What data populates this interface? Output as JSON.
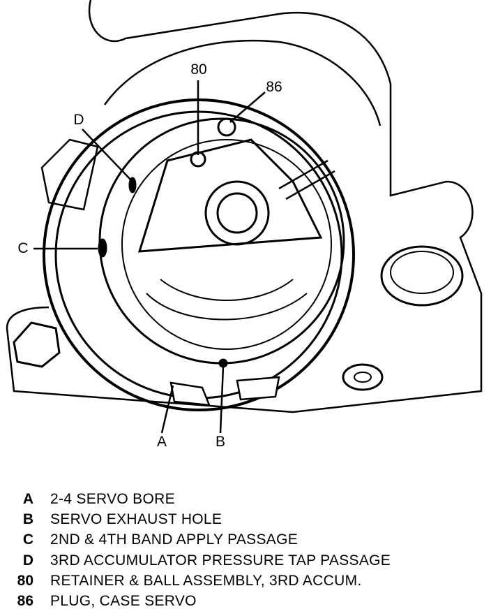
{
  "callouts": {
    "c80": "80",
    "c86": "86",
    "cD": "D",
    "cC": "C",
    "cA": "A",
    "cB": "B"
  },
  "legend": [
    {
      "key": "A",
      "text": "2-4 SERVO BORE"
    },
    {
      "key": "B",
      "text": "SERVO EXHAUST HOLE"
    },
    {
      "key": "C",
      "text": "2ND & 4TH BAND APPLY PASSAGE"
    },
    {
      "key": "D",
      "text": "3RD ACCUMULATOR PRESSURE TAP PASSAGE"
    },
    {
      "key": "80",
      "text": "RETAINER & BALL ASSEMBLY, 3RD ACCUM."
    },
    {
      "key": "86",
      "text": "PLUG, CASE SERVO"
    }
  ]
}
